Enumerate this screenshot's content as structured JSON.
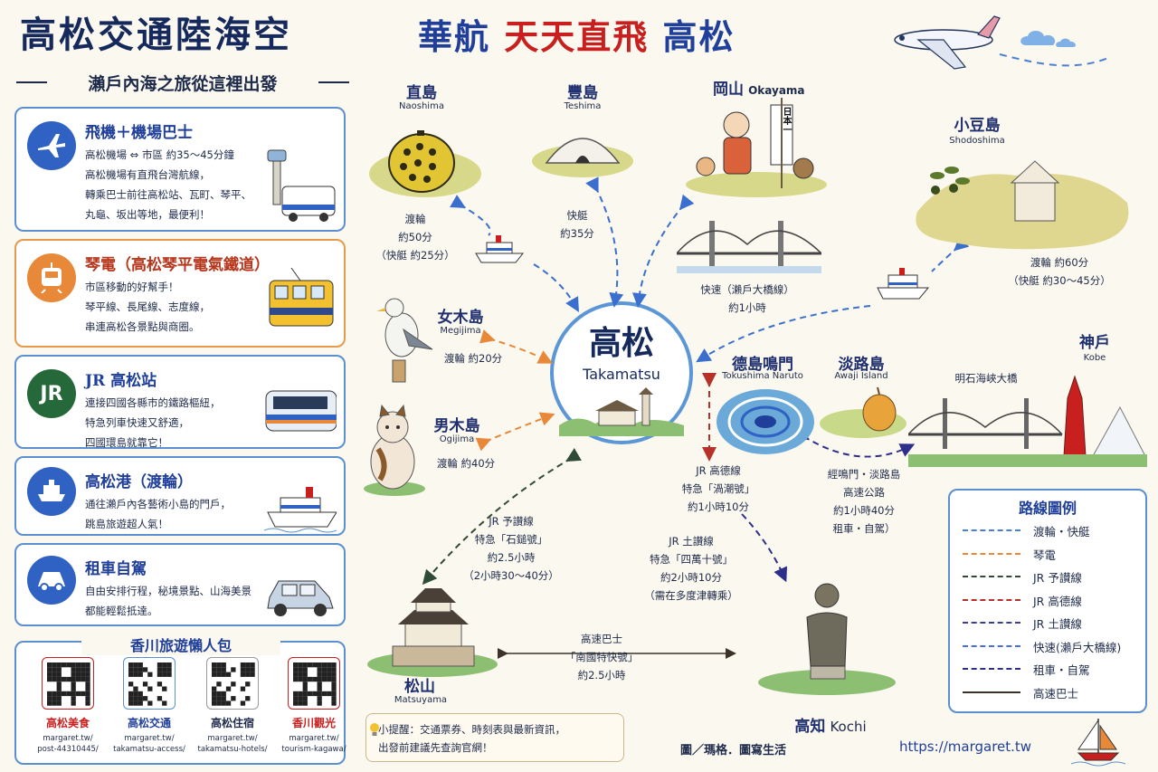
{
  "header": {
    "title": "高松交通陸海空",
    "subtitle": "瀨戶內海之旅從這裡出發",
    "headline_1": "華航",
    "headline_2": "天天直飛",
    "headline_3": "高松"
  },
  "cards": [
    {
      "icon": "airplane-icon",
      "title": "飛機＋機場巴士",
      "body": "高松機場 ⇔ 市區 約35〜45分鐘\n高松機場有直飛台灣航線，\n轉乘巴士前往高松站、瓦町、琴平、\n丸龜、坂出等地，最便利！"
    },
    {
      "icon": "tram-icon",
      "title": "琴電（高松琴平電氣鐵道）",
      "body": "市區移動的好幫手！\n琴平線、長尾線、志度線，\n串連高松各景點與商圈。"
    },
    {
      "icon": "jr-logo-icon",
      "icon_text": "JR",
      "title": "JR 高松站",
      "body": "連接四國各縣市的鐵路樞紐，\n特急列車快速又舒適，\n四國環島就靠它！"
    },
    {
      "icon": "ferry-icon",
      "title": "高松港（渡輪）",
      "body": "通往瀨戶內各藝術小島的門戶，\n跳島旅遊超人氣！"
    },
    {
      "icon": "car-icon",
      "title": "租車自駕",
      "body": "自由安排行程，秘境景點、山海美景\n都能輕鬆抵達。"
    }
  ],
  "qr_section": {
    "title": "香川旅遊懶人包",
    "items": [
      {
        "label": "高松美食",
        "url_1": "margaret.tw/",
        "url_2": "post-44310445/",
        "color": "#c8201f"
      },
      {
        "label": "高松交通",
        "url_1": "margaret.tw/",
        "url_2": "takamatsu-access/",
        "color": "#1f3f9a"
      },
      {
        "label": "高松住宿",
        "url_1": "margaret.tw/",
        "url_2": "takamatsu-hotels/",
        "color": "#1d2a4a"
      },
      {
        "label": "香川觀光",
        "url_1": "margaret.tw/",
        "url_2": "tourism-kagawa/",
        "color": "#c8201f"
      }
    ]
  },
  "center": {
    "name": "高松",
    "en": "Takamatsu"
  },
  "places": {
    "naoshima": {
      "name": "直島",
      "en": "Naoshima",
      "route": "渡輪\n約50分\n（快艇 約25分）"
    },
    "teshima": {
      "name": "豐島",
      "en": "Teshima",
      "route": "快艇\n約35分"
    },
    "okayama": {
      "name": "岡山",
      "en": "Okayama",
      "sign": "日本一",
      "route": "快速（瀨戶大橋線）\n約1小時"
    },
    "shodoshima": {
      "name": "小豆島",
      "en": "Shodoshima",
      "route": "渡輪 約60分\n（快艇 約30〜45分）"
    },
    "megijima": {
      "name": "女木島",
      "en": "Megijima",
      "route": "渡輪 約20分"
    },
    "ogijima": {
      "name": "男木島",
      "en": "Ogijima",
      "route": "渡輪 約40分"
    },
    "tokushima": {
      "name": "德島鳴門",
      "en": "Tokushima Naruto",
      "route": "JR 高德線\n特急「渦潮號」\n約1小時10分"
    },
    "awaji": {
      "name": "淡路島",
      "en": "Awaji Island",
      "route": "經鳴門・淡路島\n高速公路\n約1小時40分\n租車・自駕）"
    },
    "kobe": {
      "name": "神戶",
      "en": "Kobe",
      "bridge": "明石海峽大橋"
    },
    "matsuyama": {
      "name": "松山",
      "en": "Matsuyama",
      "route_jr": "JR 予讃線\n特急「石鎚號」\n約2.5小時\n（2小時30〜40分）",
      "route_bus": "高速巴士\n「南國特快號」\n約2.5小時"
    },
    "kochi": {
      "name": "高知",
      "en": "Kochi",
      "route": "JR 土讃線\n特急「四萬十號」\n約2小時10分\n（需在多度津轉乘）"
    }
  },
  "legend": {
    "title": "路線圖例",
    "items": [
      {
        "label": "渡輪・快艇",
        "color": "#4a7fd4",
        "style": "dashed"
      },
      {
        "label": "琴電",
        "color": "#e8893a",
        "style": "dashed"
      },
      {
        "label": "JR 予讃線",
        "color": "#2f4a35",
        "style": "dashed"
      },
      {
        "label": "JR 高德線",
        "color": "#b8302a",
        "style": "dashed"
      },
      {
        "label": "JR 土讃線",
        "color": "#3b3c9a",
        "style": "dashed"
      },
      {
        "label": "快速(瀨戶大橋線)",
        "color": "#4a6fd4",
        "style": "dashed"
      },
      {
        "label": "租車・自駕",
        "color": "#2d2f8a",
        "style": "dashed"
      },
      {
        "label": "高速巴士",
        "color": "#3b3328",
        "style": "solid"
      }
    ]
  },
  "tip": "小提醒：交通票券、時刻表與最新資訊，\n出發前建議先查詢官網！",
  "credit": "圖／瑪格．圖寫生活",
  "site": "https://margaret.tw"
}
